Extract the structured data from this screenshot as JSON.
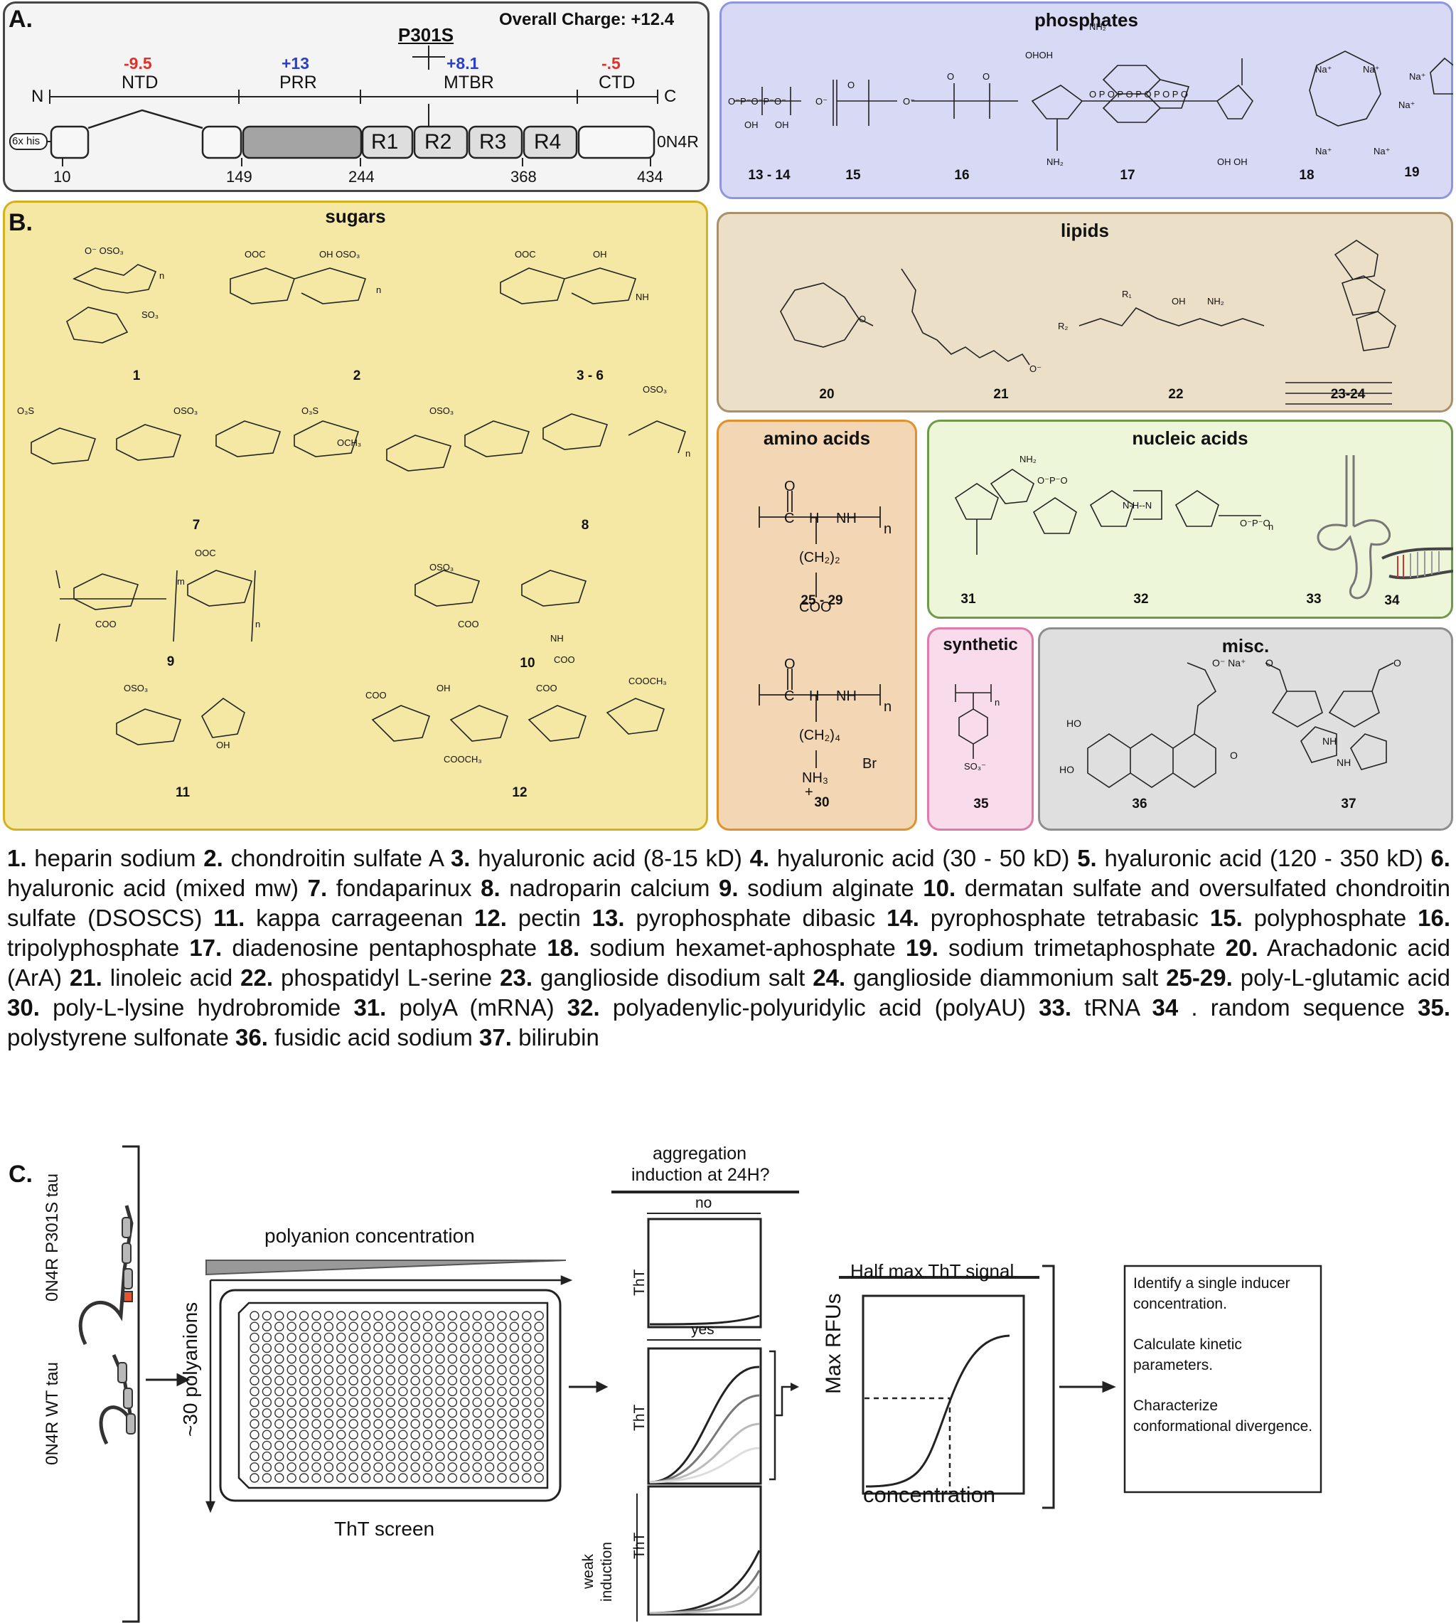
{
  "panel_a": {
    "letter": "A.",
    "overall_charge": "Overall Charge: +12.4",
    "mutation": "P301S",
    "n_label": "N",
    "c_label": "C",
    "tag_label": "6x his",
    "isoform_label": "0N4R",
    "domains": [
      {
        "name": "NTD",
        "charge": "-9.5",
        "color": "#e0302a"
      },
      {
        "name": "PRR",
        "charge": "+13",
        "color": "#2a40c8"
      },
      {
        "name": "MTBR",
        "charge": "+8.1",
        "color": "#2a40c8"
      },
      {
        "name": "CTD",
        "charge": "-.5",
        "color": "#e0302a"
      }
    ],
    "repeats": [
      "R1",
      "R2",
      "R3",
      "R4"
    ],
    "residues": [
      "10",
      "149",
      "244",
      "368",
      "434"
    ]
  },
  "phosphates": {
    "title": "phosphates",
    "ids": [
      "13 - 14",
      "15",
      "16",
      "17",
      "18",
      "19"
    ]
  },
  "sugars": {
    "letter": "B.",
    "title": "sugars",
    "ids": [
      "1",
      "2",
      "3 - 6",
      "7",
      "8",
      "9",
      "10",
      "11",
      "12"
    ]
  },
  "lipids": {
    "title": "lipids",
    "ids": [
      "20",
      "21",
      "22",
      "23-24"
    ]
  },
  "amino_acids": {
    "title": "amino acids",
    "ids": [
      "25 - 29",
      "30"
    ]
  },
  "nucleic_acids": {
    "title": "nucleic acids",
    "ids": [
      "31",
      "32",
      "33",
      "34"
    ]
  },
  "synthetic": {
    "title": "synthetic",
    "ids": [
      "35"
    ]
  },
  "misc": {
    "title": "misc.",
    "ids": [
      "36",
      "37"
    ]
  },
  "legend_items": [
    {
      "n": "1.",
      "name": "heparin sodium"
    },
    {
      "n": "2.",
      "name": "chondroitin sulfate A"
    },
    {
      "n": "3.",
      "name": "hyaluronic acid (8-15 kD)"
    },
    {
      "n": "4.",
      "name": "hyaluronic acid (30 - 50 kD)"
    },
    {
      "n": "5.",
      "name": "hyaluronic acid (120 - 350 kD)"
    },
    {
      "n": "6.",
      "name": "hyaluronic acid (mixed mw)"
    },
    {
      "n": "7.",
      "name": "fondaparinux"
    },
    {
      "n": "8.",
      "name": "nadroparin calcium"
    },
    {
      "n": "9.",
      "name": "sodium alginate"
    },
    {
      "n": "10.",
      "name": "dermatan sulfate and oversulfated chondroitin sulfate (DSOSCS)"
    },
    {
      "n": "11.",
      "name": "kappa carrageenan"
    },
    {
      "n": "12.",
      "name": "pectin"
    },
    {
      "n": "13.",
      "name": "pyrophosphate dibasic"
    },
    {
      "n": "14.",
      "name": "pyrophosphate tetrabasic"
    },
    {
      "n": "15.",
      "name": "polyphosphate"
    },
    {
      "n": "16.",
      "name": "tripolyphosphate"
    },
    {
      "n": "17.",
      "name": "diadenosine pentaphosphate"
    },
    {
      "n": "18.",
      "name": "sodium hexamet-aphosphate"
    },
    {
      "n": "19.",
      "name": "sodium trimetaphosphate"
    },
    {
      "n": "20.",
      "name": "Arachadonic acid (ArA)"
    },
    {
      "n": "21.",
      "name": "linoleic acid"
    },
    {
      "n": "22.",
      "name": "phospatidyl L-serine"
    },
    {
      "n": "23.",
      "name": "ganglioside disodium salt"
    },
    {
      "n": "24.",
      "name": "ganglioside diammonium salt"
    },
    {
      "n": "25-29.",
      "name": "poly-L-glutamic acid"
    },
    {
      "n": "30.",
      "name": "poly-L-lysine hydrobromide"
    },
    {
      "n": "31.",
      "name": "polyA (mRNA)"
    },
    {
      "n": "32.",
      "name": "polyadenylic-polyuridylic acid (polyAU)"
    },
    {
      "n": "33.",
      "name": "tRNA"
    },
    {
      "n": "34",
      "name": ". random sequence"
    },
    {
      "n": "35.",
      "name": "polystyrene sulfonate"
    },
    {
      "n": "36.",
      "name": "fusidic acid sodium"
    },
    {
      "n": "37.",
      "name": "bilirubin"
    }
  ],
  "panel_c": {
    "letter": "C.",
    "tau_p301s": "0N4R P301S tau",
    "tau_wt": "0N4R WT tau",
    "polyanions": "~30 polyanions",
    "polyanion_concentration": "polyanion concentration",
    "tht_screen": "ThT screen",
    "aggregation_question_1": "aggregation",
    "aggregation_question_2": "induction at 24H?",
    "no": "no",
    "yes": "yes",
    "weak_1": "weak",
    "weak_2": "induction",
    "tht": "ThT",
    "half_max": "Half max ThT signal",
    "max_rfus": "Max RFUs",
    "concentration": "concentration",
    "outcomes": [
      "Identify a single inducer concentration.",
      "Calculate kinetic parameters.",
      "Characterize conformational divergence."
    ]
  }
}
